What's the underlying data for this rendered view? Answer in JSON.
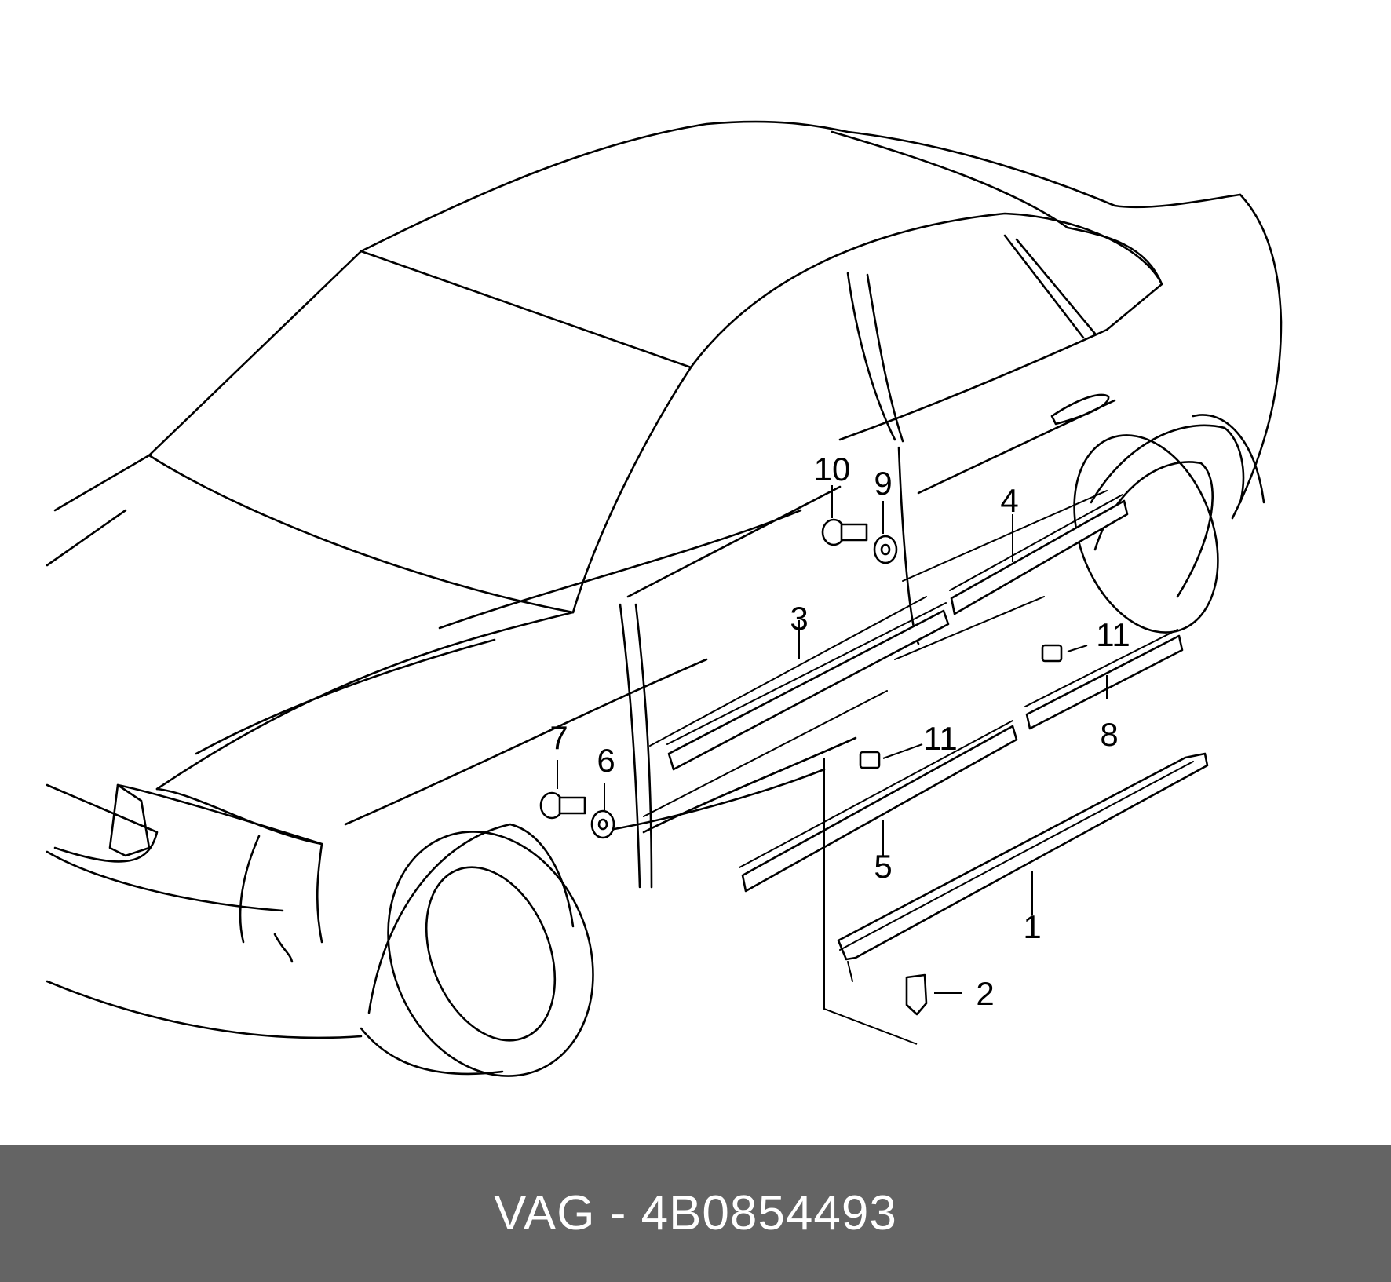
{
  "diagram": {
    "callouts": [
      "1",
      "2",
      "3",
      "4",
      "5",
      "6",
      "7",
      "8",
      "9",
      "10",
      "11",
      "11"
    ]
  },
  "footer": {
    "caption": "VAG - 4B0854493",
    "background_color": "#646464",
    "text_color": "#ffffff"
  }
}
